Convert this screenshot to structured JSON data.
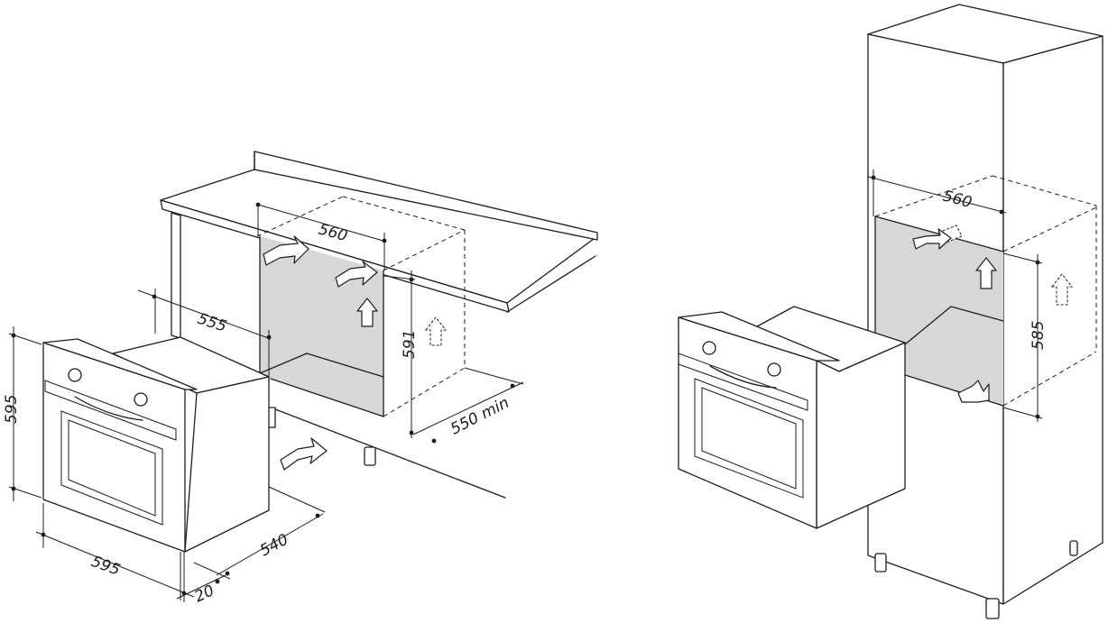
{
  "diagram": {
    "under_counter": {
      "dimensions": {
        "cutout_width": "560",
        "cutout_depth": "555",
        "cutout_height": "591",
        "counter_depth": "550 min",
        "oven_height": "595",
        "oven_width": "595",
        "oven_depth": "540",
        "door_thickness": "20"
      }
    },
    "tall_unit": {
      "dimensions": {
        "cutout_width": "560",
        "cutout_height": "585"
      }
    }
  }
}
